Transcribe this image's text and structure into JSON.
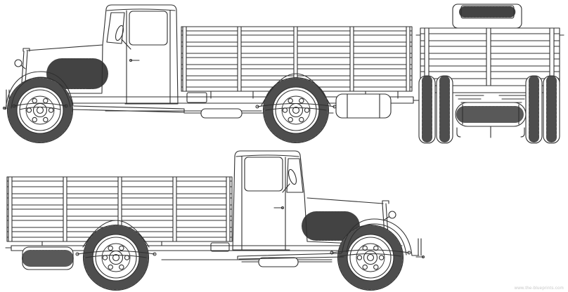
{
  "page": {
    "background_color": "#ffffff",
    "line_color": "#2f2f2f"
  },
  "drawing": {
    "subject": "Vintage stake-bed cargo truck technical blueprint, three views",
    "views": {
      "top_left": "Left side view",
      "top_right": "Rear view",
      "bottom": "Right side view"
    }
  },
  "watermark": {
    "text": "www.the-blueprints.com"
  }
}
